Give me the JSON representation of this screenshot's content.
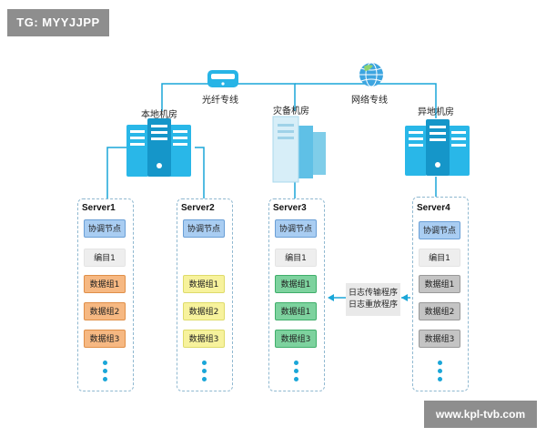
{
  "watermarks": {
    "top_left": "TG: MYYJJPP",
    "bottom_right": "www.kpl-tvb.com"
  },
  "links": {
    "fiber": "光纤专线",
    "network": "网络专线"
  },
  "sites": {
    "local": "本地机房",
    "disaster": "灾备机房",
    "remote": "异地机房"
  },
  "servers": [
    {
      "name": "Server1",
      "coordinator": "协调节点",
      "index": "编目1",
      "data_groups": [
        "数据组1",
        "数据组2",
        "数据组3"
      ],
      "group_color": "#f6b882"
    },
    {
      "name": "Server2",
      "coordinator": "协调节点",
      "index": "",
      "data_groups": [
        "数据组1",
        "数据组2",
        "数据组3"
      ],
      "group_color": "#f7f29c"
    },
    {
      "name": "Server3",
      "coordinator": "协调节点",
      "index": "编目1",
      "data_groups": [
        "数据组1",
        "数据组1",
        "数据组3"
      ],
      "group_color": "#7dd29e"
    },
    {
      "name": "Server4",
      "coordinator": "协调节点",
      "index": "编目1",
      "data_groups": [
        "数据组1",
        "数据组2",
        "数据组3"
      ],
      "group_color": "#c4c4c4"
    }
  ],
  "replication": {
    "line1": "日志传输程序",
    "line2": "日志重放程序"
  },
  "colors": {
    "accent": "#1aa6d8",
    "coordinator": "#a9cdf2",
    "panel_border": "#8fb8d0"
  }
}
